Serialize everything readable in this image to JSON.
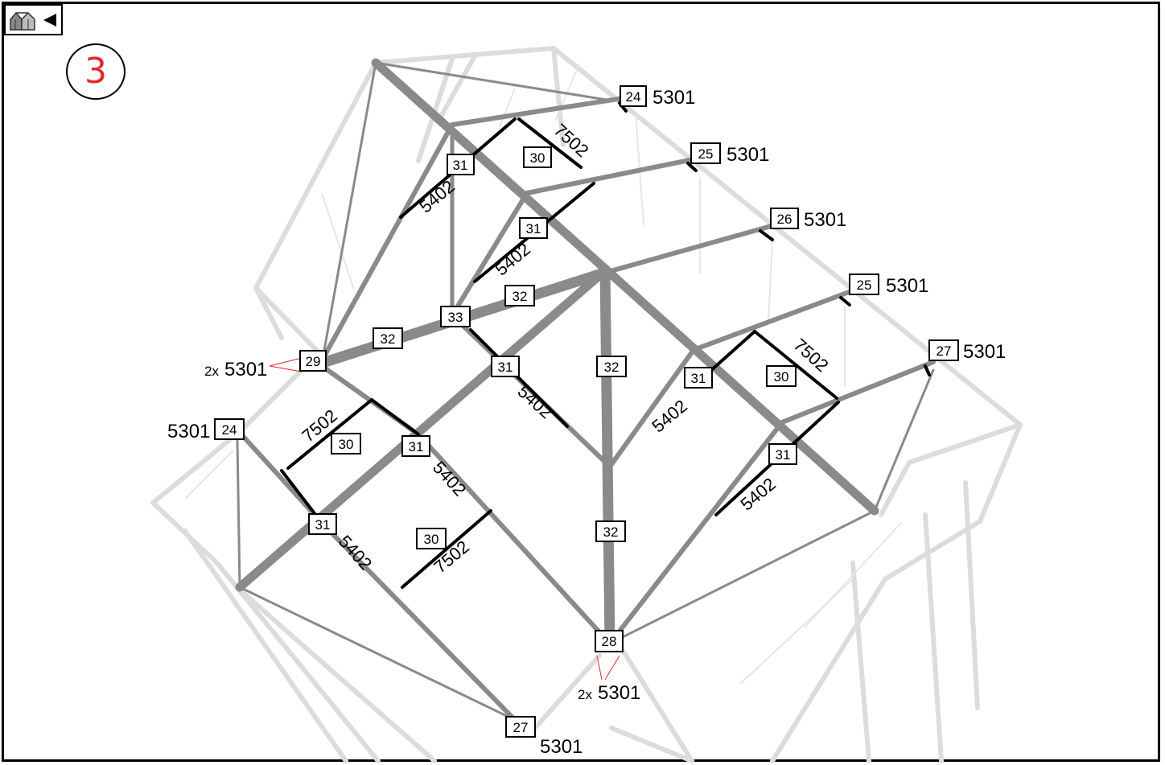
{
  "step_number": "3",
  "icons": {
    "home": "greenhouse-home-icon",
    "back": "back-arrow-icon"
  },
  "colors": {
    "accent": "#e5282a",
    "frame": "#dcdcdc",
    "part": "#8a8a8a",
    "brace": "#000000"
  },
  "callouts": {
    "c1": {
      "tag": "24",
      "code": "5301"
    },
    "c2": {
      "tag": "25",
      "code": "5301"
    },
    "c3": {
      "tag": "26",
      "code": "5301"
    },
    "c4": {
      "tag": "25",
      "code": "5301"
    },
    "c5": {
      "tag": "27",
      "code": "5301"
    },
    "c6": {
      "tag": "24",
      "code": "5301"
    },
    "c7": {
      "tag": "27",
      "code": "5301"
    },
    "c8": {
      "tag": "29",
      "qty": "2x",
      "code": "5301"
    },
    "c9": {
      "tag": "28",
      "qty": "2x",
      "code": "5301"
    }
  },
  "part_tags": [
    {
      "id": "30"
    },
    {
      "id": "31"
    },
    {
      "id": "31"
    },
    {
      "id": "32"
    },
    {
      "id": "33"
    },
    {
      "id": "32"
    },
    {
      "id": "31"
    },
    {
      "id": "32"
    },
    {
      "id": "31"
    },
    {
      "id": "30"
    },
    {
      "id": "30"
    },
    {
      "id": "31"
    },
    {
      "id": "31"
    },
    {
      "id": "31"
    },
    {
      "id": "30"
    },
    {
      "id": "32"
    }
  ],
  "dimension_labels": [
    {
      "text": "7502"
    },
    {
      "text": "5402"
    },
    {
      "text": "5402"
    },
    {
      "text": "7502"
    },
    {
      "text": "5402"
    },
    {
      "text": "5402"
    },
    {
      "text": "7502"
    },
    {
      "text": "5402"
    },
    {
      "text": "5402"
    },
    {
      "text": "7502"
    },
    {
      "text": "5402"
    }
  ]
}
